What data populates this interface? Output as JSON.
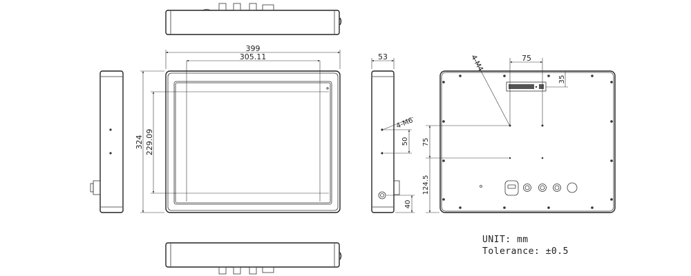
{
  "dimensions": {
    "width_overall": "399",
    "width_active": "305.11",
    "depth": "53",
    "height_overall": "324",
    "height_active": "229.09",
    "side_thread": "4-M6",
    "side_hole_pitch": "50",
    "side_bottom_offset": "40",
    "rear_thread": "4-M4",
    "rear_hole_pitch_h": "75",
    "rear_label_offset": "35",
    "rear_hole_pitch_v": "75",
    "rear_bottom_offset": "124.5"
  },
  "notes": {
    "unit": "UNIT: mm",
    "tolerance": "Tolerance: ±0.5"
  }
}
